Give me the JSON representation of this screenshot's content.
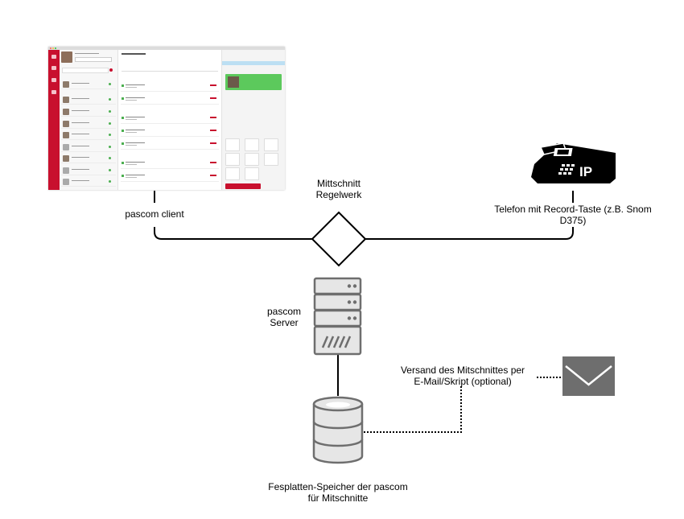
{
  "nodes": {
    "pascom_client": {
      "label": "pascom client"
    },
    "rules": {
      "label_line1": "Mittschnitt",
      "label_line2": "Regelwerk"
    },
    "phone": {
      "label_line1": "Telefon mit Record-Taste (z.B. Snom",
      "label_line2": "D375)",
      "icon_text": "IP"
    },
    "server": {
      "label_line1": "pascom",
      "label_line2": "Server"
    },
    "storage": {
      "label_line1": "Fesplatten-Speicher der pascom",
      "label_line2": "für Mitschnitte"
    },
    "mail": {
      "label_line1": "Versand des Mitschnittes per",
      "label_line2": "E-Mail/Skript (optional)"
    }
  },
  "icons": {
    "client": "client-screenshot-icon",
    "rules": "decision-diamond-icon",
    "phone": "ip-phone-icon",
    "server": "server-rack-icon",
    "storage": "database-icon",
    "mail": "envelope-icon"
  },
  "colors": {
    "line": "#000000",
    "icon_gray": "#6e6e6e",
    "icon_light": "#e6e6e6",
    "client_accent": "#c8102e",
    "call_green": "#5cc95c"
  }
}
